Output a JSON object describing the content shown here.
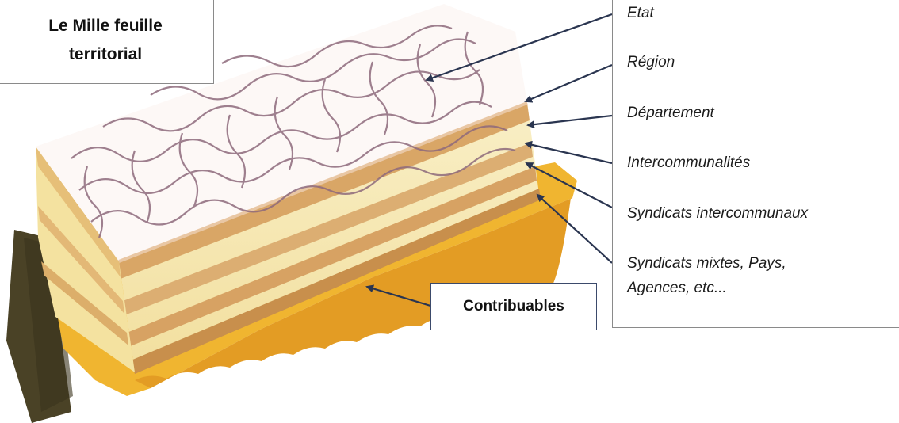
{
  "title": {
    "line1": "Le Mille feuille",
    "line2": "territorial"
  },
  "layers": [
    {
      "label": "Etat"
    },
    {
      "label": "Région"
    },
    {
      "label": "Département"
    },
    {
      "label": "Intercommunalités"
    },
    {
      "label": "Syndicats intercommunaux"
    },
    {
      "label": "Syndicats mixtes, Pays,",
      "label2": "Agences, etc..."
    }
  ],
  "contribuables": {
    "label": "Contribuables"
  },
  "colors": {
    "icing": "#fdf8f6",
    "icing_swirl": "#8e6a7c",
    "cream": "#f7eab8",
    "pastry": "#d9a666",
    "gold_board": "#f0b530",
    "dark_board": "#4a4226",
    "arrow": "#2a3550"
  },
  "image_elements": [
    "mille-feuille-pastry",
    "gold-cake-board"
  ]
}
